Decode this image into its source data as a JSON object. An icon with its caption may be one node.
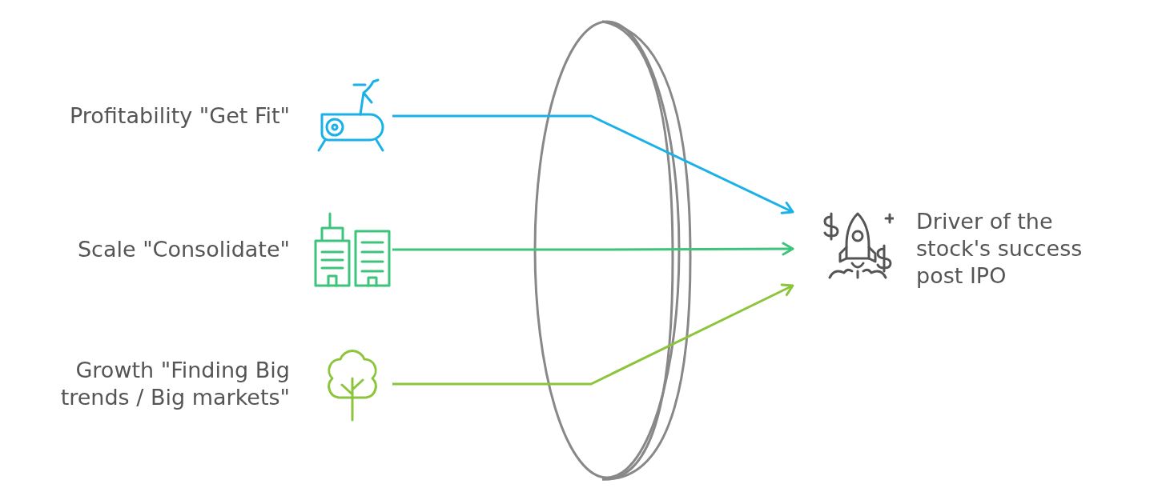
{
  "diagram": {
    "nodes": [
      {
        "text": [
          "Profitability \"Get Fit\""
        ]
      },
      {
        "text": [
          "Scale \"Consolidate\""
        ]
      },
      {
        "text": [
          "Growth \"Finding Big trends / Big markets\""
        ]
      },
      {
        "text": [
          "Driver of the stock's success post IPO"
        ]
      }
    ],
    "edges": [
      {
        "from": 0,
        "to": 3,
        "arrow": "to",
        "color": "#1ab1e8"
      },
      {
        "from": 1,
        "to": 3,
        "arrow": "to",
        "color": "#3cc47c"
      },
      {
        "from": 2,
        "to": 3,
        "arrow": "to",
        "color": "#8cc43c"
      }
    ]
  }
}
